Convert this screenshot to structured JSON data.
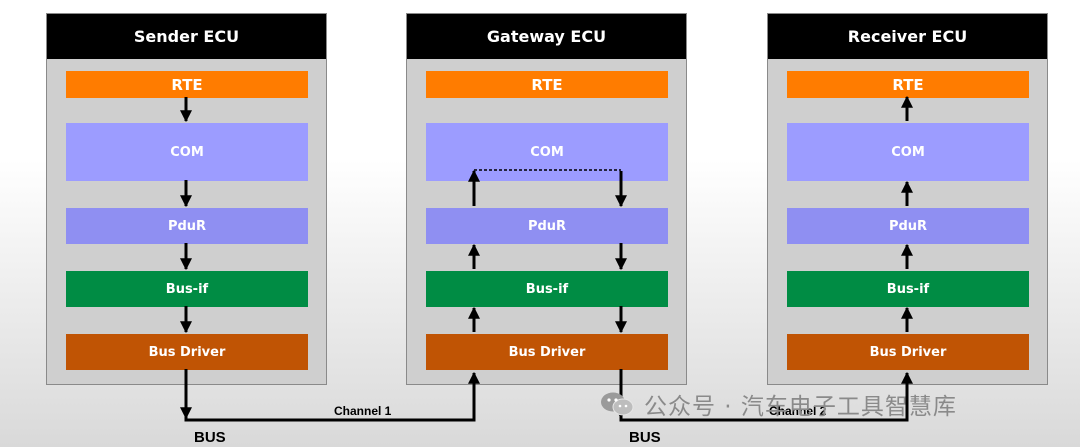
{
  "ecus": [
    {
      "title": "Sender ECU",
      "layers": {
        "rte": "RTE",
        "com": "COM",
        "pdur": "PduR",
        "busif": "Bus-if",
        "busdriver": "Bus Driver"
      }
    },
    {
      "title": "Gateway ECU",
      "layers": {
        "rte": "RTE",
        "com": "COM",
        "pdur": "PduR",
        "busif": "Bus-if",
        "busdriver": "Bus Driver"
      }
    },
    {
      "title": "Receiver ECU",
      "layers": {
        "rte": "RTE",
        "com": "COM",
        "pdur": "PduR",
        "busif": "Bus-if",
        "busdriver": "Bus Driver"
      }
    }
  ],
  "links": {
    "channel1": "Channel 1",
    "channel2": "Channel 2",
    "bus_left": "BUS",
    "bus_right": "BUS"
  },
  "watermark": {
    "text": "公众号 · 汽车电子工具智慧库",
    "icon": "wechat-icon"
  },
  "colors": {
    "rte": "#ff7c00",
    "com": "#9c9cff",
    "pdur": "#8f8ff2",
    "busif": "#008c44",
    "busdriver": "#c05404"
  }
}
